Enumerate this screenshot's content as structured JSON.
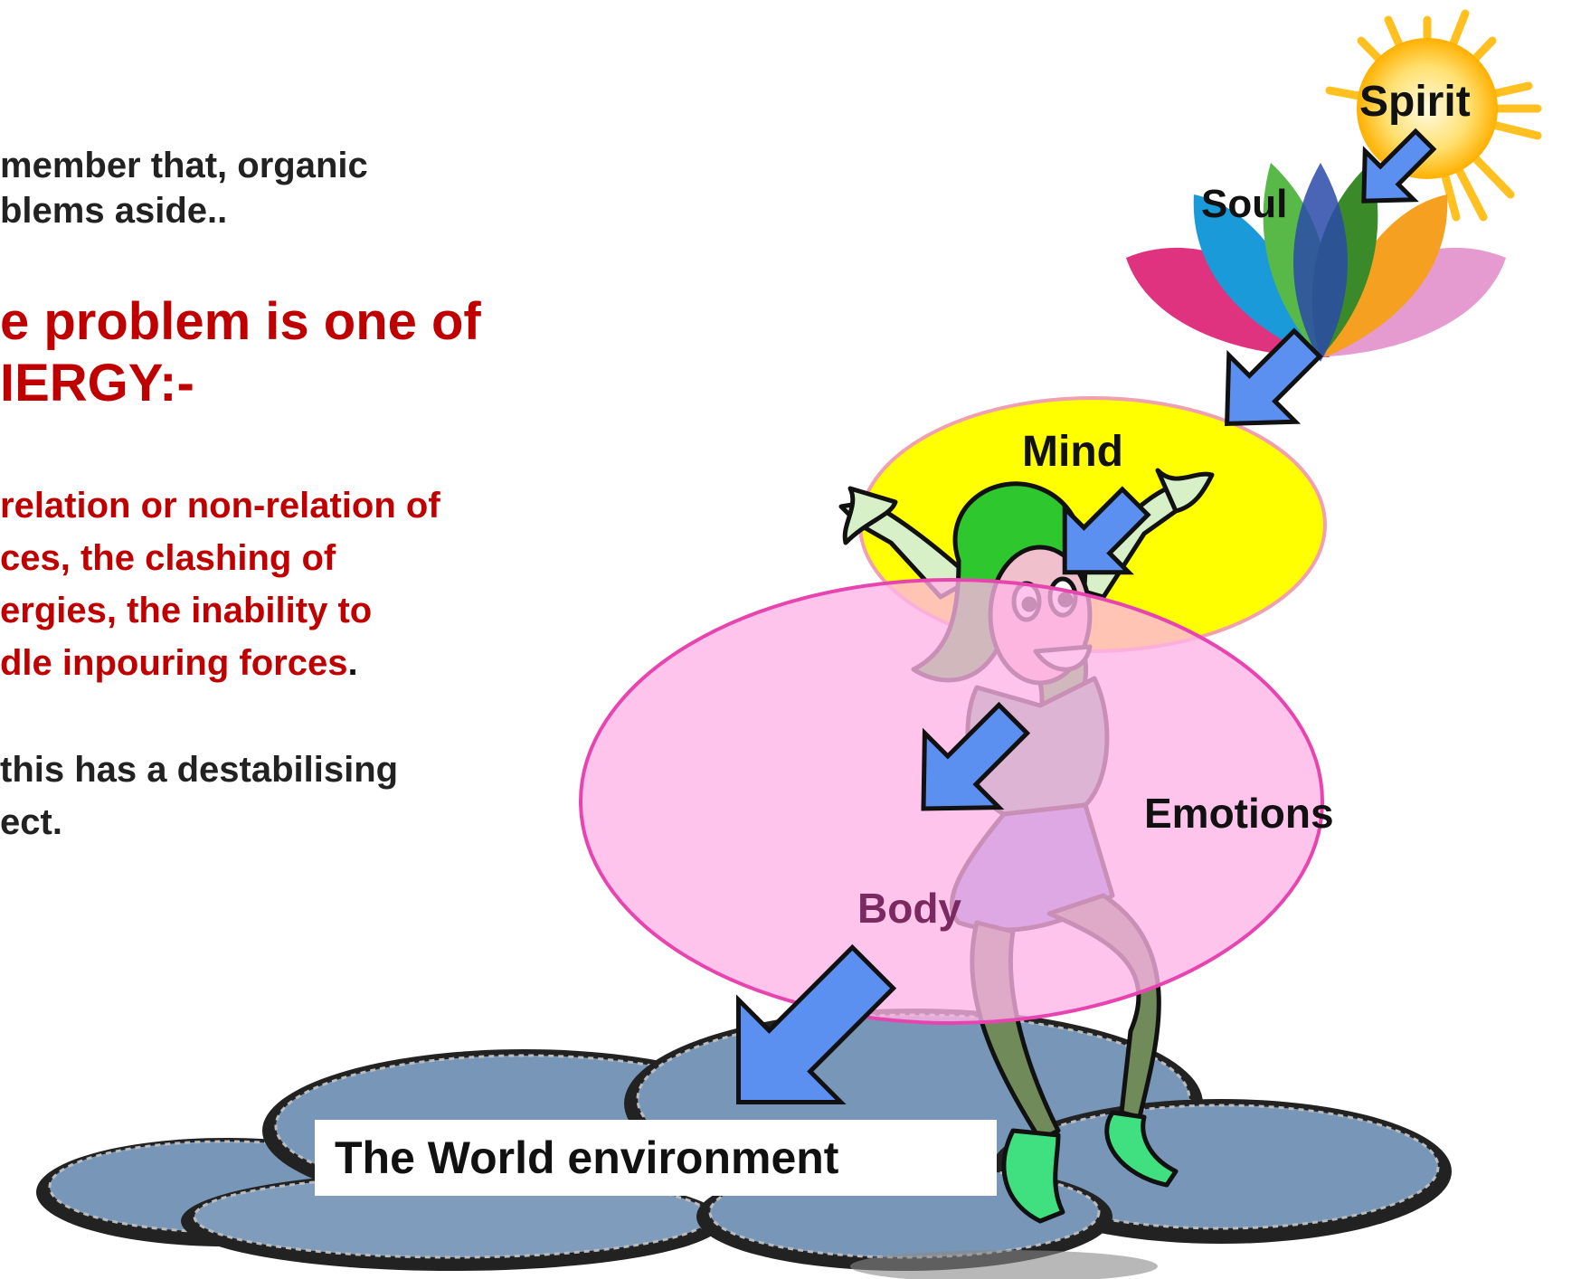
{
  "text": {
    "intro_lines": [
      "member that, organic",
      "blems aside.."
    ],
    "headline_lines": [
      "e problem is one of",
      "IERGY:-"
    ],
    "desc_lines": [
      "relation or non-relation of",
      "ces, the clashing of",
      "ergies, the inability to",
      "dle inpouring forces"
    ],
    "desc_end": ".",
    "effect_lines": [
      "this has a destabilising",
      "ect."
    ]
  },
  "labels": {
    "spirit": "Spirit",
    "soul": "Soul",
    "mind": "Mind",
    "emotions": "Emotions",
    "body": "Body",
    "world": "The World environment"
  },
  "colors": {
    "headline": "#c00000",
    "mind_ellipse": "#ffff00",
    "emotions_ellipse": "#ffb3e6",
    "arrow": "#5b8ff0",
    "sun": "#ffc020",
    "cloud": "#7897b8"
  }
}
